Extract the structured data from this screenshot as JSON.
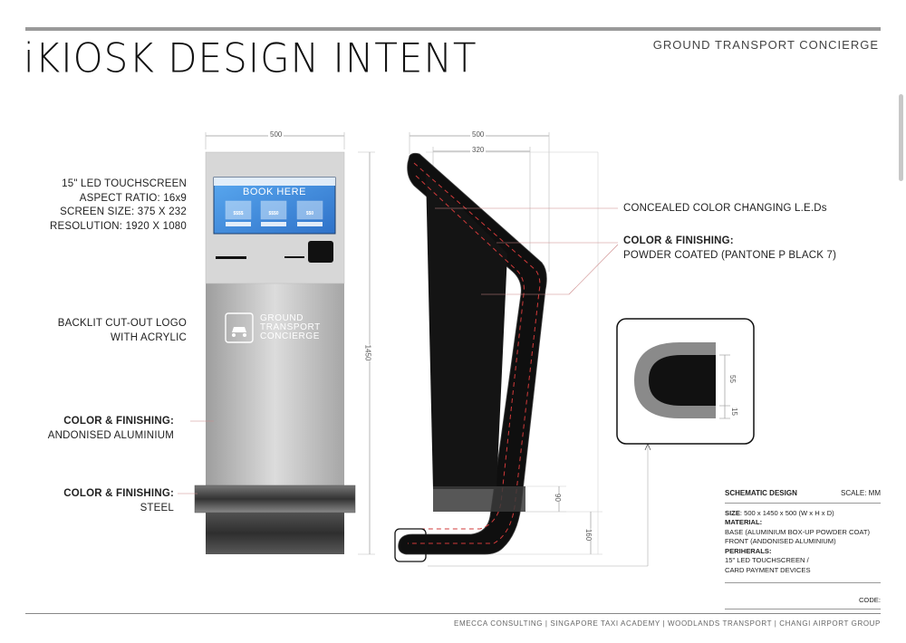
{
  "header": {
    "title": "iKIOSK DESIGN INTENT",
    "subtitle": "GROUND TRANSPORT CONCIERGE"
  },
  "front_view": {
    "width_dim": "500",
    "height_dim": "1450",
    "screen": {
      "heading": "BOOK HERE",
      "prices": [
        "$$$$",
        "$$$0",
        "$$0"
      ]
    },
    "logo": {
      "line1": "GROUND",
      "line2": "TRANSPORT",
      "line3": "CONCIERGE"
    }
  },
  "left_labels": {
    "touchscreen": [
      "15\" LED TOUCHSCREEN",
      "ASPECT RATIO: 16x9",
      "SCREEN SIZE: 375 X 232",
      "RESOLUTION: 1920 X 1080"
    ],
    "logo": [
      "BACKLIT CUT-OUT LOGO",
      "WITH ACRYLIC"
    ],
    "finish_body_title": "COLOR & FINISHING:",
    "finish_body_value": "ANDONISED ALUMINIUM",
    "finish_base_title": "COLOR & FINISHING:",
    "finish_base_value": "STEEL"
  },
  "side_view": {
    "dim_top": "500",
    "dim_inner": "320",
    "dim_base": "90",
    "dim_foot": "160"
  },
  "detail": {
    "dim_a": "55",
    "dim_b": "15"
  },
  "right_labels": {
    "leds": "CONCEALED COLOR CHANGING L.E.Ds",
    "finish_title": "COLOR & FINISHING:",
    "finish_value": "POWDER COATED (PANTONE P BLACK 7)"
  },
  "spec_box": {
    "title": "SCHEMATIC DESIGN",
    "scale": "SCALE: MM",
    "size_label": "SIZE",
    "size_value": ": 500 x 1450 x 500 (W x H x D)",
    "material_label": "MATERIAL",
    "material_lines": [
      "BASE (ALUMINIUM BOX-UP POWDER COAT)",
      "FRONT (ANDONISED ALUMINIUM)"
    ],
    "peripherals_label": "PERIHERALS",
    "peripheral_lines": [
      "15\" LED TOUCHSCREEN /",
      "CARD PAYMENT DEVICES"
    ],
    "code": "CODE:"
  },
  "footer": "EMECCA CONSULTING  |  SINGAPORE TAXI ACADEMY  |  WOODLANDS TRANSPORT  |  CHANGI AIRPORT GROUP",
  "colors": {
    "led_red": "#d23a3a",
    "kiosk_black": "#111111",
    "aluminium": "#c9c9c9",
    "screen_blue": "#3f8de0"
  }
}
